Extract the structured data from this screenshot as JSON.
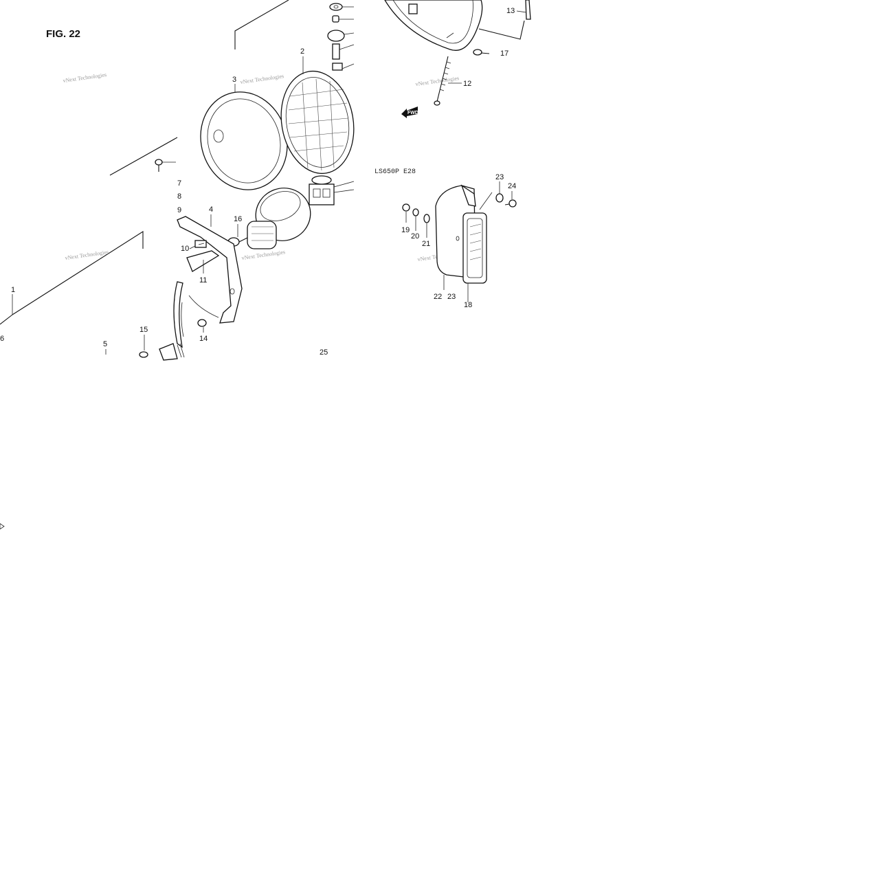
{
  "figure_title": "FIG. 22",
  "model_code": "LS650P  E28",
  "watermark": "vNext Technologies",
  "forward_arrow_text": "FWD",
  "callouts": {
    "c1": "1",
    "c2": "2",
    "c3": "3",
    "c4": "4",
    "c5": "5",
    "c6": "6",
    "c7": "7",
    "c8": "8",
    "c9": "9",
    "c10": "10",
    "c11": "11",
    "c12": "12",
    "c13": "13",
    "c14": "14",
    "c15": "15",
    "c16": "16",
    "c17": "17",
    "c18": "18",
    "c19": "19",
    "c20": "20",
    "c21": "21",
    "c22": "22",
    "c23a": "23",
    "c23b": "23",
    "c24": "24",
    "c25": "25"
  }
}
